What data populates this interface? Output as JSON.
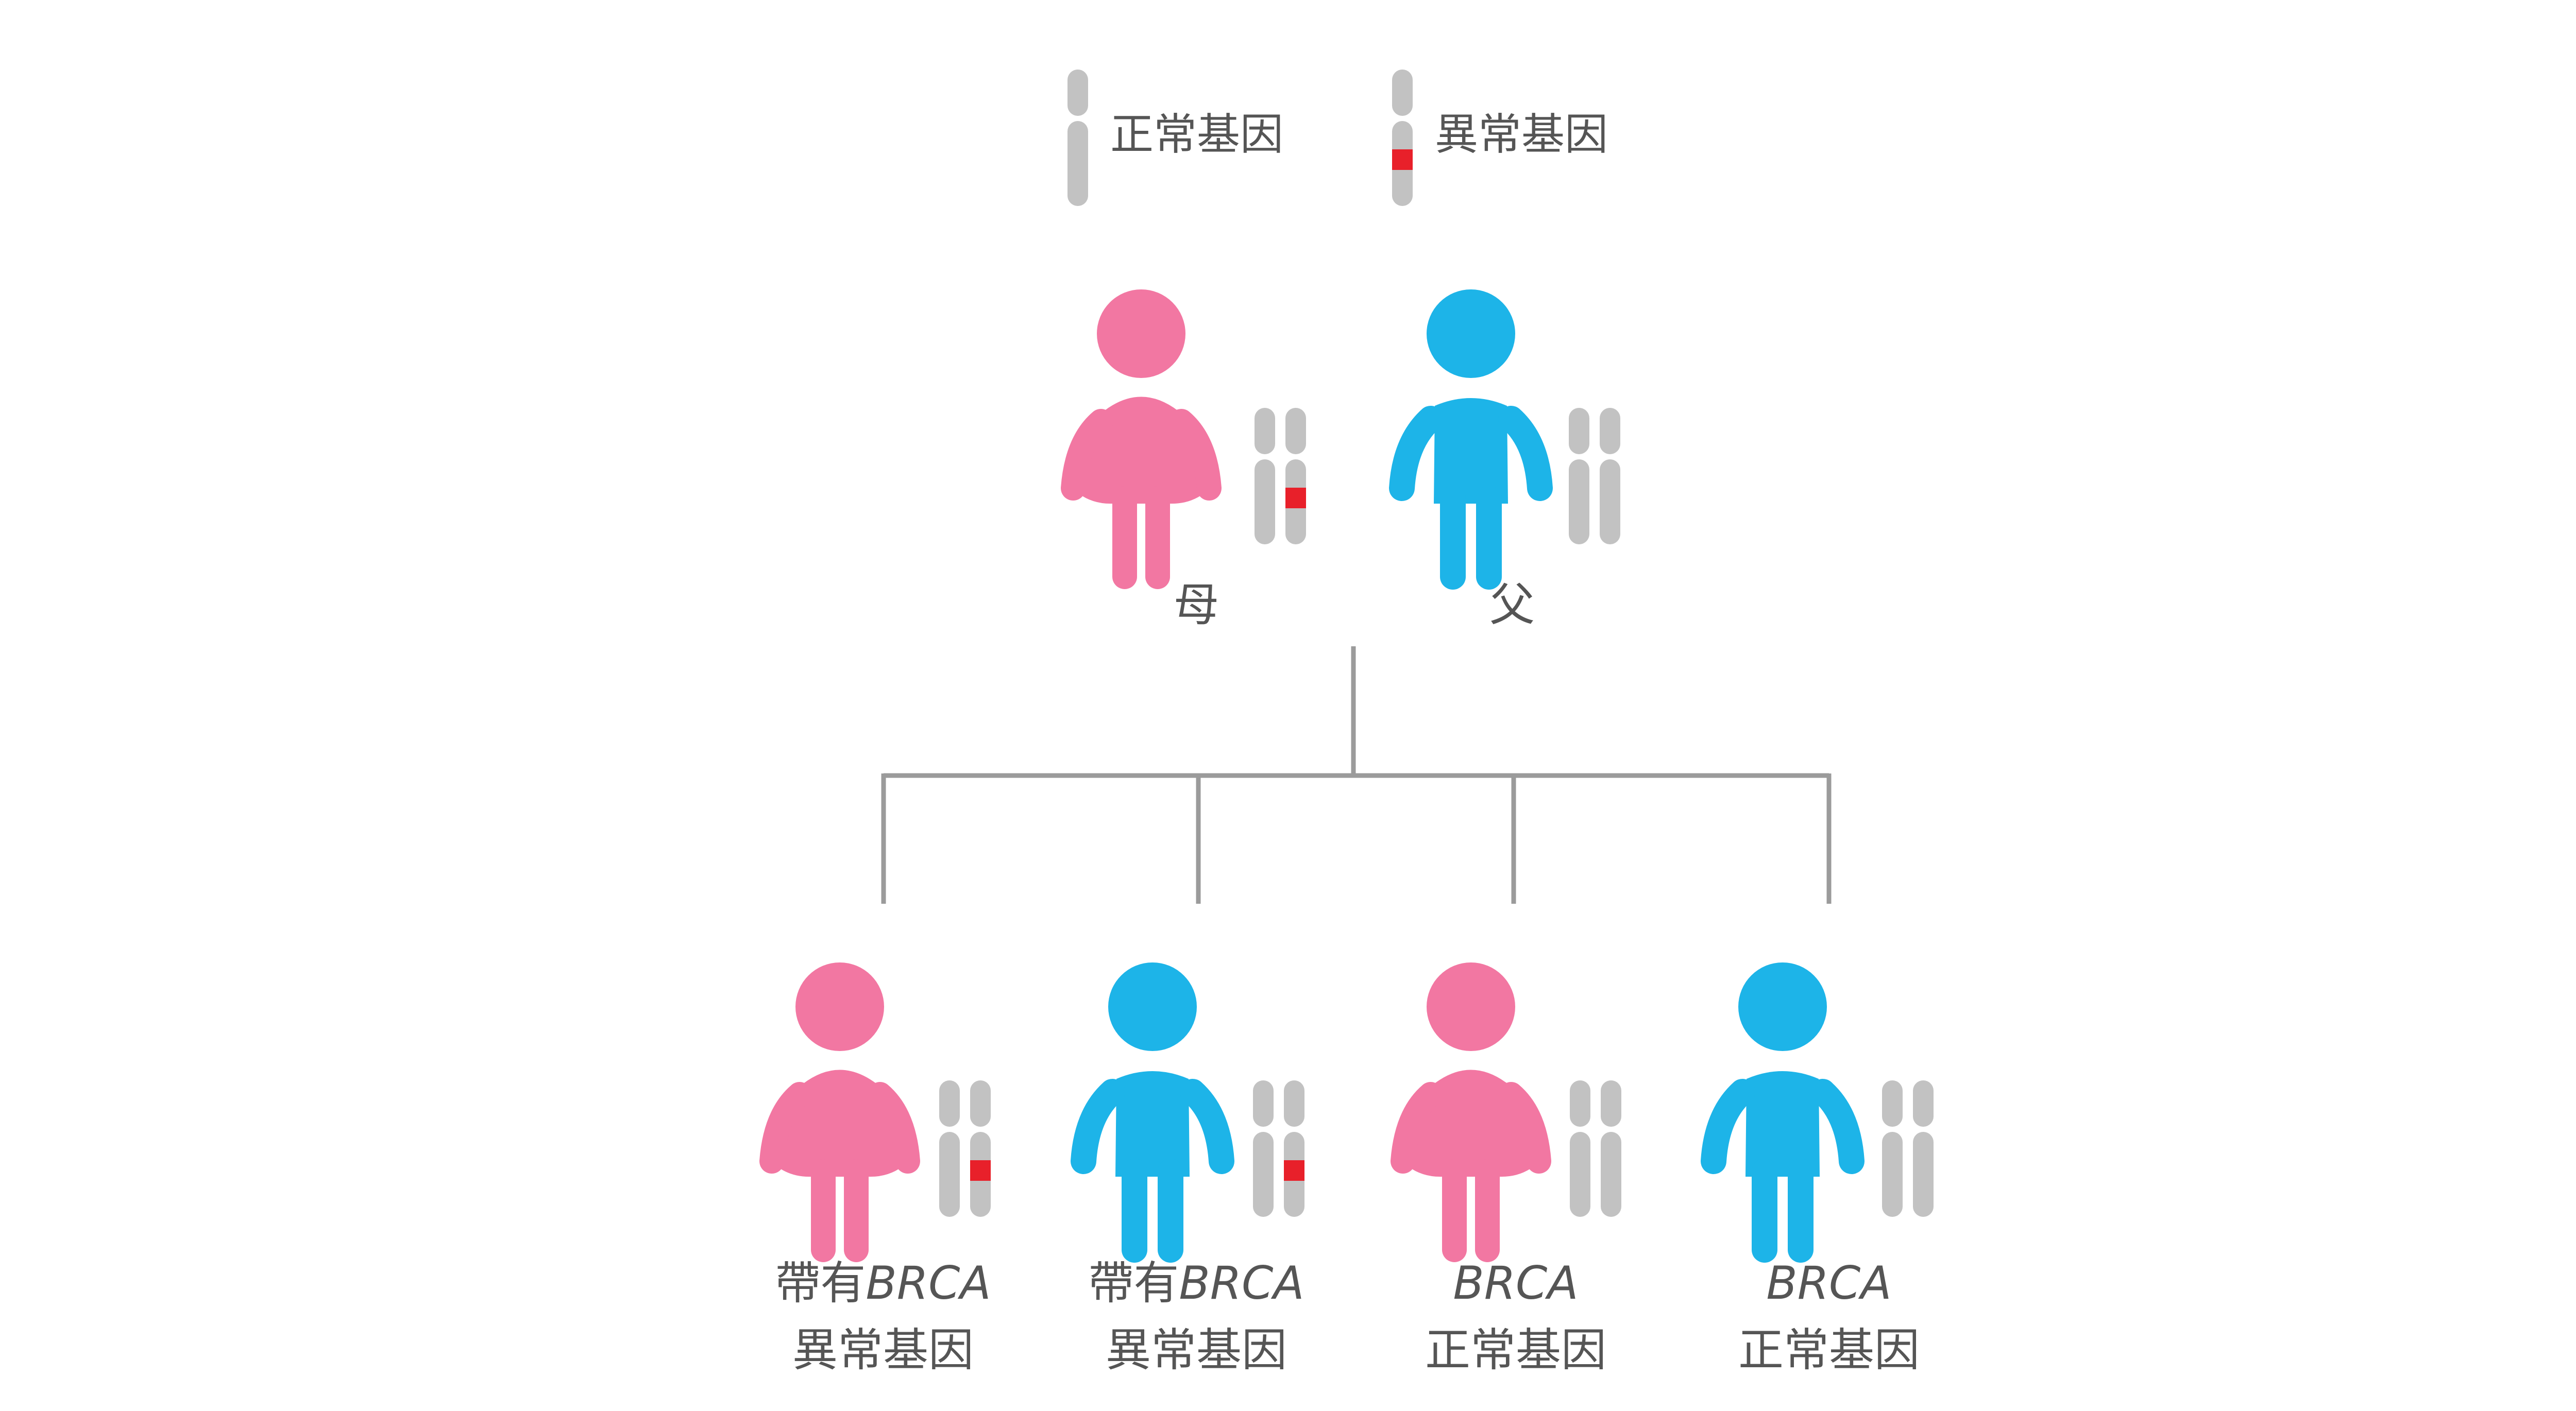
{
  "colors": {
    "female": "#f277a2",
    "male": "#1db4e8",
    "chromosome": "#c2c2c2",
    "mutation": "#e8202a",
    "connector": "#9b9b9b",
    "text": "#555555"
  },
  "legend": {
    "normal": "正常基因",
    "abnormal": "異常基因"
  },
  "parents": [
    {
      "label": "母",
      "sex": "female",
      "mutation": true
    },
    {
      "label": "父",
      "sex": "male",
      "mutation": false
    }
  ],
  "children": [
    {
      "sex": "female",
      "mutation": true,
      "line1_prefix": "帶有",
      "line1_gene": "BRCA",
      "line2": "異常基因"
    },
    {
      "sex": "male",
      "mutation": true,
      "line1_prefix": "帶有",
      "line1_gene": "BRCA",
      "line2": "異常基因"
    },
    {
      "sex": "female",
      "mutation": false,
      "line1_prefix": "",
      "line1_gene": "BRCA",
      "line2": "正常基因"
    },
    {
      "sex": "male",
      "mutation": false,
      "line1_prefix": "",
      "line1_gene": "BRCA",
      "line2": "正常基因"
    }
  ]
}
